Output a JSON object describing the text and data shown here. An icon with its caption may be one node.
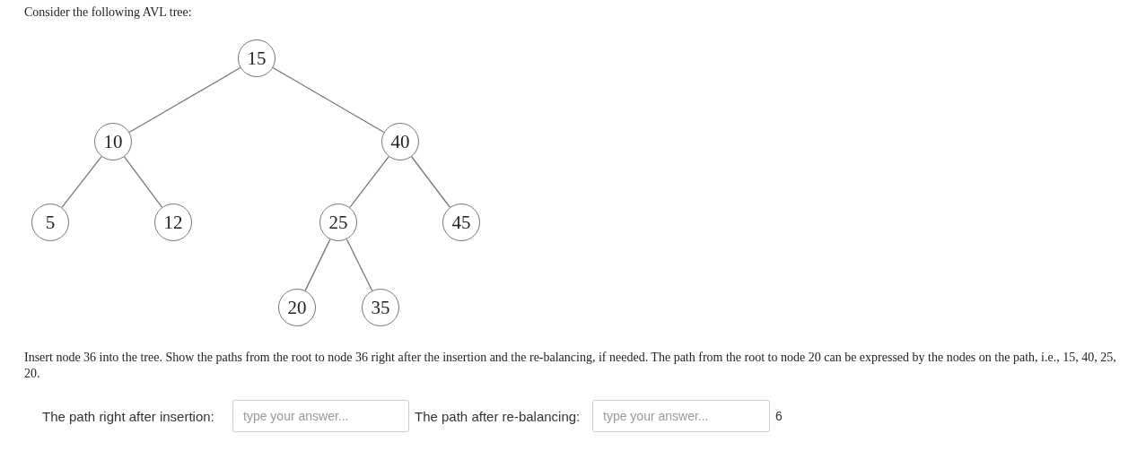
{
  "diagram": {
    "nodes": [
      {
        "text": [
          "15"
        ]
      },
      {
        "text": [
          "10"
        ]
      },
      {
        "text": [
          "40"
        ]
      },
      {
        "text": [
          "5"
        ]
      },
      {
        "text": [
          "12"
        ]
      },
      {
        "text": [
          "25"
        ]
      },
      {
        "text": [
          "45"
        ]
      },
      {
        "text": [
          "20"
        ]
      },
      {
        "text": [
          "35"
        ]
      }
    ],
    "edges": [
      {
        "from": 0,
        "to": 1,
        "arrow": "none"
      },
      {
        "from": 0,
        "to": 2,
        "arrow": "none"
      },
      {
        "from": 1,
        "to": 3,
        "arrow": "none"
      },
      {
        "from": 1,
        "to": 4,
        "arrow": "none"
      },
      {
        "from": 2,
        "to": 5,
        "arrow": "none"
      },
      {
        "from": 2,
        "to": 6,
        "arrow": "none"
      },
      {
        "from": 5,
        "to": 7,
        "arrow": "none"
      },
      {
        "from": 5,
        "to": 8,
        "arrow": "none"
      }
    ],
    "labels": [
      "Consider the following AVL tree:",
      "Insert node 36 into the tree. Show the paths from the root to node 36 right after the insertion and the re-balancing, if needed. The path from the root to node 20 can be expressed by the nodes on the path, i.e., 15, 40, 25, 20.",
      "The path right after insertion:",
      "type your answer...",
      "The path after re-balancing:",
      "type your answer...",
      "6"
    ]
  }
}
